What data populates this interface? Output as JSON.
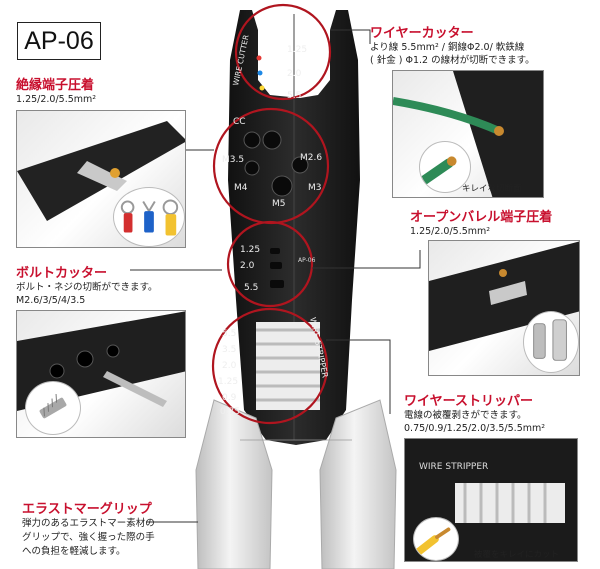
{
  "model": "AP-06",
  "tool_markings": {
    "wire_cutter": "WIRE CUTTER",
    "wire_stripper": "WIRE STRIPPER",
    "brand": "AP-06",
    "top_sizes": [
      "1.25",
      "2.0",
      "5.5"
    ],
    "bolt_labels": [
      "M3.5",
      "M2.6",
      "M4",
      "M3",
      "M5"
    ],
    "cc_label": "CC",
    "crimp_sizes": [
      "1.25",
      "2.0",
      "5.5"
    ],
    "strip_sizes": [
      "5.5",
      "3.5",
      "2.0",
      "1.25",
      "0.9",
      "0.75"
    ]
  },
  "sections": {
    "insulated_crimp": {
      "title": "絶縁端子圧着",
      "spec": "1.25/2.0/5.5mm²"
    },
    "bolt_cutter": {
      "title": "ボルトカッター",
      "desc": "ボルト・ネジの切断ができます。",
      "spec": "M2.6/3/5/4/3.5"
    },
    "wire_cutter": {
      "title": "ワイヤーカッター",
      "desc1": "より線 5.5mm² / 銅線Φ2.0/ 軟鉄線",
      "desc2": "( 針金 ) Φ1.2 の線材が切断できます。",
      "caption": "キレイな切断面"
    },
    "open_barrel": {
      "title": "オープンバレル端子圧着",
      "spec": "1.25/2.0/5.5mm²"
    },
    "wire_stripper": {
      "title": "ワイヤーストリッパー",
      "desc": "電線の被覆剥きができます。",
      "spec": "0.75/0.9/1.25/2.0/3.5/5.5mm²",
      "caption": "被覆をキレイにカット"
    },
    "elastomer_grip": {
      "title": "エラストマーグリップ",
      "desc1": "弾力のあるエラストマー素材の",
      "desc2": "グリップで、強く握った際の手",
      "desc3": "への負担を軽減します。"
    }
  },
  "colors": {
    "accent": "#c8102e",
    "tool_body": "#1c1c1c",
    "grip": "#e3e3e3",
    "wire_green": "#2e8b57",
    "wire_copper": "#c8892f"
  }
}
